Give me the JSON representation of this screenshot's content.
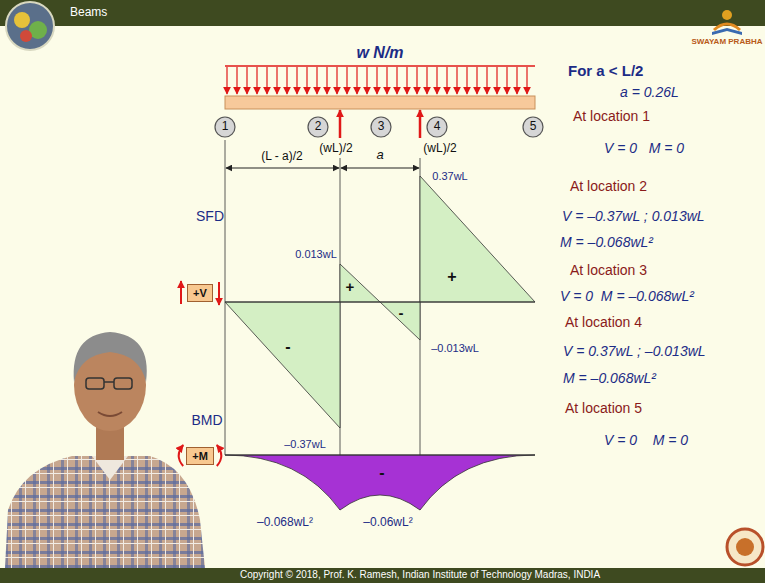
{
  "diagram": {
    "title": "Beams",
    "nodes": [
      {
        "text": [
          "1"
        ]
      },
      {
        "text": [
          "2"
        ]
      },
      {
        "text": [
          "3"
        ]
      },
      {
        "text": [
          "4"
        ]
      },
      {
        "text": [
          "5"
        ]
      },
      {
        "text": [
          "+V"
        ]
      },
      {
        "text": [
          "+M"
        ]
      }
    ],
    "labels": [
      "w N/m",
      "(L - a)/2",
      "(wL)/2",
      "a",
      "(wL)/2",
      "0.37wL",
      "SFD",
      "0.013wL",
      "-",
      "+",
      "-",
      "+",
      "–0.013wL",
      "–0.37wL",
      "BMD",
      "-",
      "–0.068wL²",
      "–0.06wL²",
      "For a < L/2",
      "a = 0.26L",
      "At location 1",
      "V = 0   M = 0",
      "At location 2",
      "V = –0.37wL ; 0.013wL",
      "M = –0.068wL²",
      "At location 3",
      "V = 0  M = –0.068wL²",
      "At location 4",
      "V = 0.37wL ; –0.013wL",
      "M = –0.068wL²",
      "At location 5",
      "V = 0    M = 0",
      "SWAYAM PRABHA",
      "Copyright © 2018, Prof. K. Ramesh, Indian Institute of Technology Madras, INDIA"
    ]
  }
}
